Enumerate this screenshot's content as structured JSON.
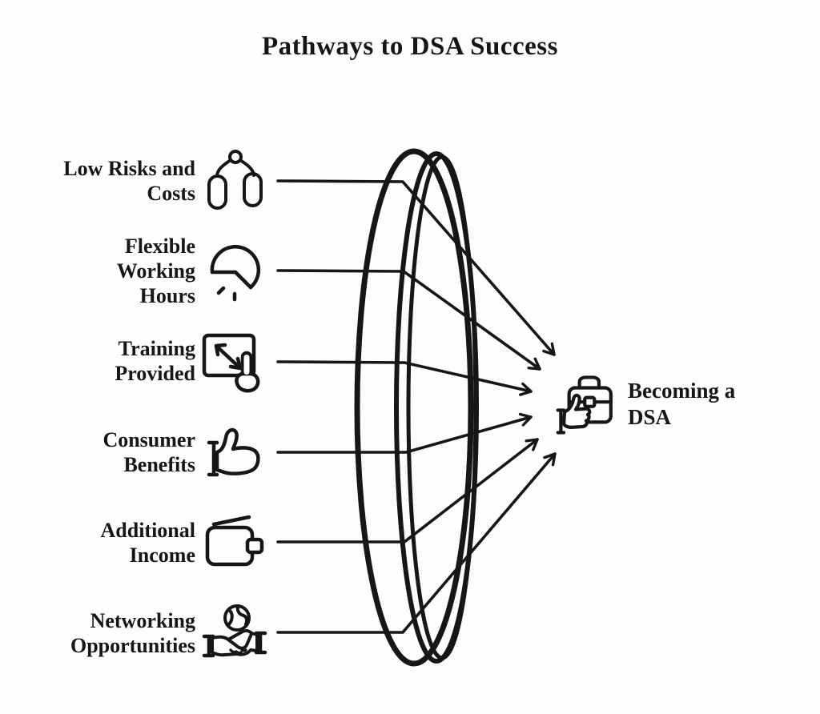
{
  "title": "Pathways to DSA Success",
  "items": [
    {
      "id": "low-risks-and-costs",
      "label": "Low Risks and\nCosts",
      "icon": "hanging-weights-icon"
    },
    {
      "id": "flexible-working-hours",
      "label": "Flexible\nWorking\nHours",
      "icon": "clock-pie-icon"
    },
    {
      "id": "training-provided",
      "label": "Training\nProvided",
      "icon": "screen-pointer-icon"
    },
    {
      "id": "consumer-benefits",
      "label": "Consumer\nBenefits",
      "icon": "thumbs-up-icon"
    },
    {
      "id": "additional-income",
      "label": "Additional\nIncome",
      "icon": "wallet-icon"
    },
    {
      "id": "networking-opportunities",
      "label": "Networking\nOpportunities",
      "icon": "handshake-globe-icon"
    }
  ],
  "result": {
    "id": "becoming-a-dsa",
    "label": "Becoming a\nDSA",
    "icon": "briefcase-thumbs-up-icon"
  },
  "connections": [
    {
      "from": "low-risks-and-costs",
      "to": "becoming-a-dsa"
    },
    {
      "from": "flexible-working-hours",
      "to": "becoming-a-dsa"
    },
    {
      "from": "training-provided",
      "to": "becoming-a-dsa"
    },
    {
      "from": "consumer-benefits",
      "to": "becoming-a-dsa"
    },
    {
      "from": "additional-income",
      "to": "becoming-a-dsa"
    },
    {
      "from": "networking-opportunities",
      "to": "becoming-a-dsa"
    }
  ],
  "colors": {
    "ink": "#161616",
    "background": "#fdfdfd"
  }
}
